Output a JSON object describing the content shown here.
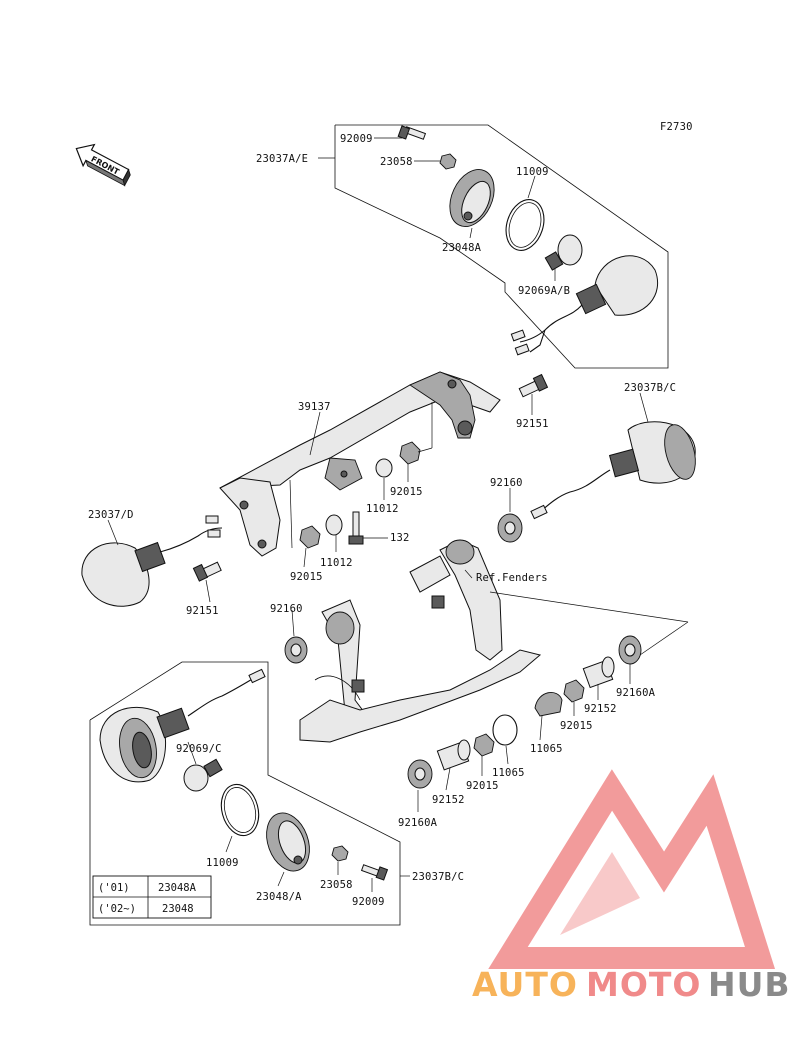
{
  "figure_code": "F2730",
  "front_label": "FRONT",
  "callouts": {
    "p92009_top": "92009",
    "p23058_top": "23058",
    "p23037AE": "23037A/E",
    "p11009_top": "11009",
    "p23048A_top": "23048A",
    "p92069AB": "92069A/B",
    "p39137": "39137",
    "p92151_right": "92151",
    "p23037BC_top": "23037B/C",
    "p92015_a": "92015",
    "p11012_a": "11012",
    "p23037D": "23037/D",
    "p132": "132",
    "p92160_a": "92160",
    "p92015_b": "92015",
    "p11012_b": "11012",
    "p92151_left": "92151",
    "ref_fenders": "Ref.Fenders",
    "p92160_b": "92160",
    "p92160A_right": "92160A",
    "p92152_right": "92152",
    "p92015_c": "92015",
    "p11065": "11065",
    "p11065_b": "11065",
    "p92015_d": "92015",
    "p92152_left": "92152",
    "p92160A_left": "92160A",
    "p92069C": "92069/C",
    "p11009_bottom": "11009",
    "p23048A_bottom": "23048/A",
    "p23058_bottom": "23058",
    "p92009_bottom": "92009",
    "p23037BC_bottom": "23037B/C"
  },
  "spec_table": {
    "rows": [
      {
        "year": "('01)",
        "part": "23048A"
      },
      {
        "year": "('02~)",
        "part": "23048"
      }
    ]
  },
  "watermark": {
    "part1": "AUTO",
    "part2": "MOTO",
    "part3": "HUB",
    "color_orange": "#f7b35a",
    "color_pink": "#f08a8a",
    "color_gray": "#8a8a8a"
  }
}
